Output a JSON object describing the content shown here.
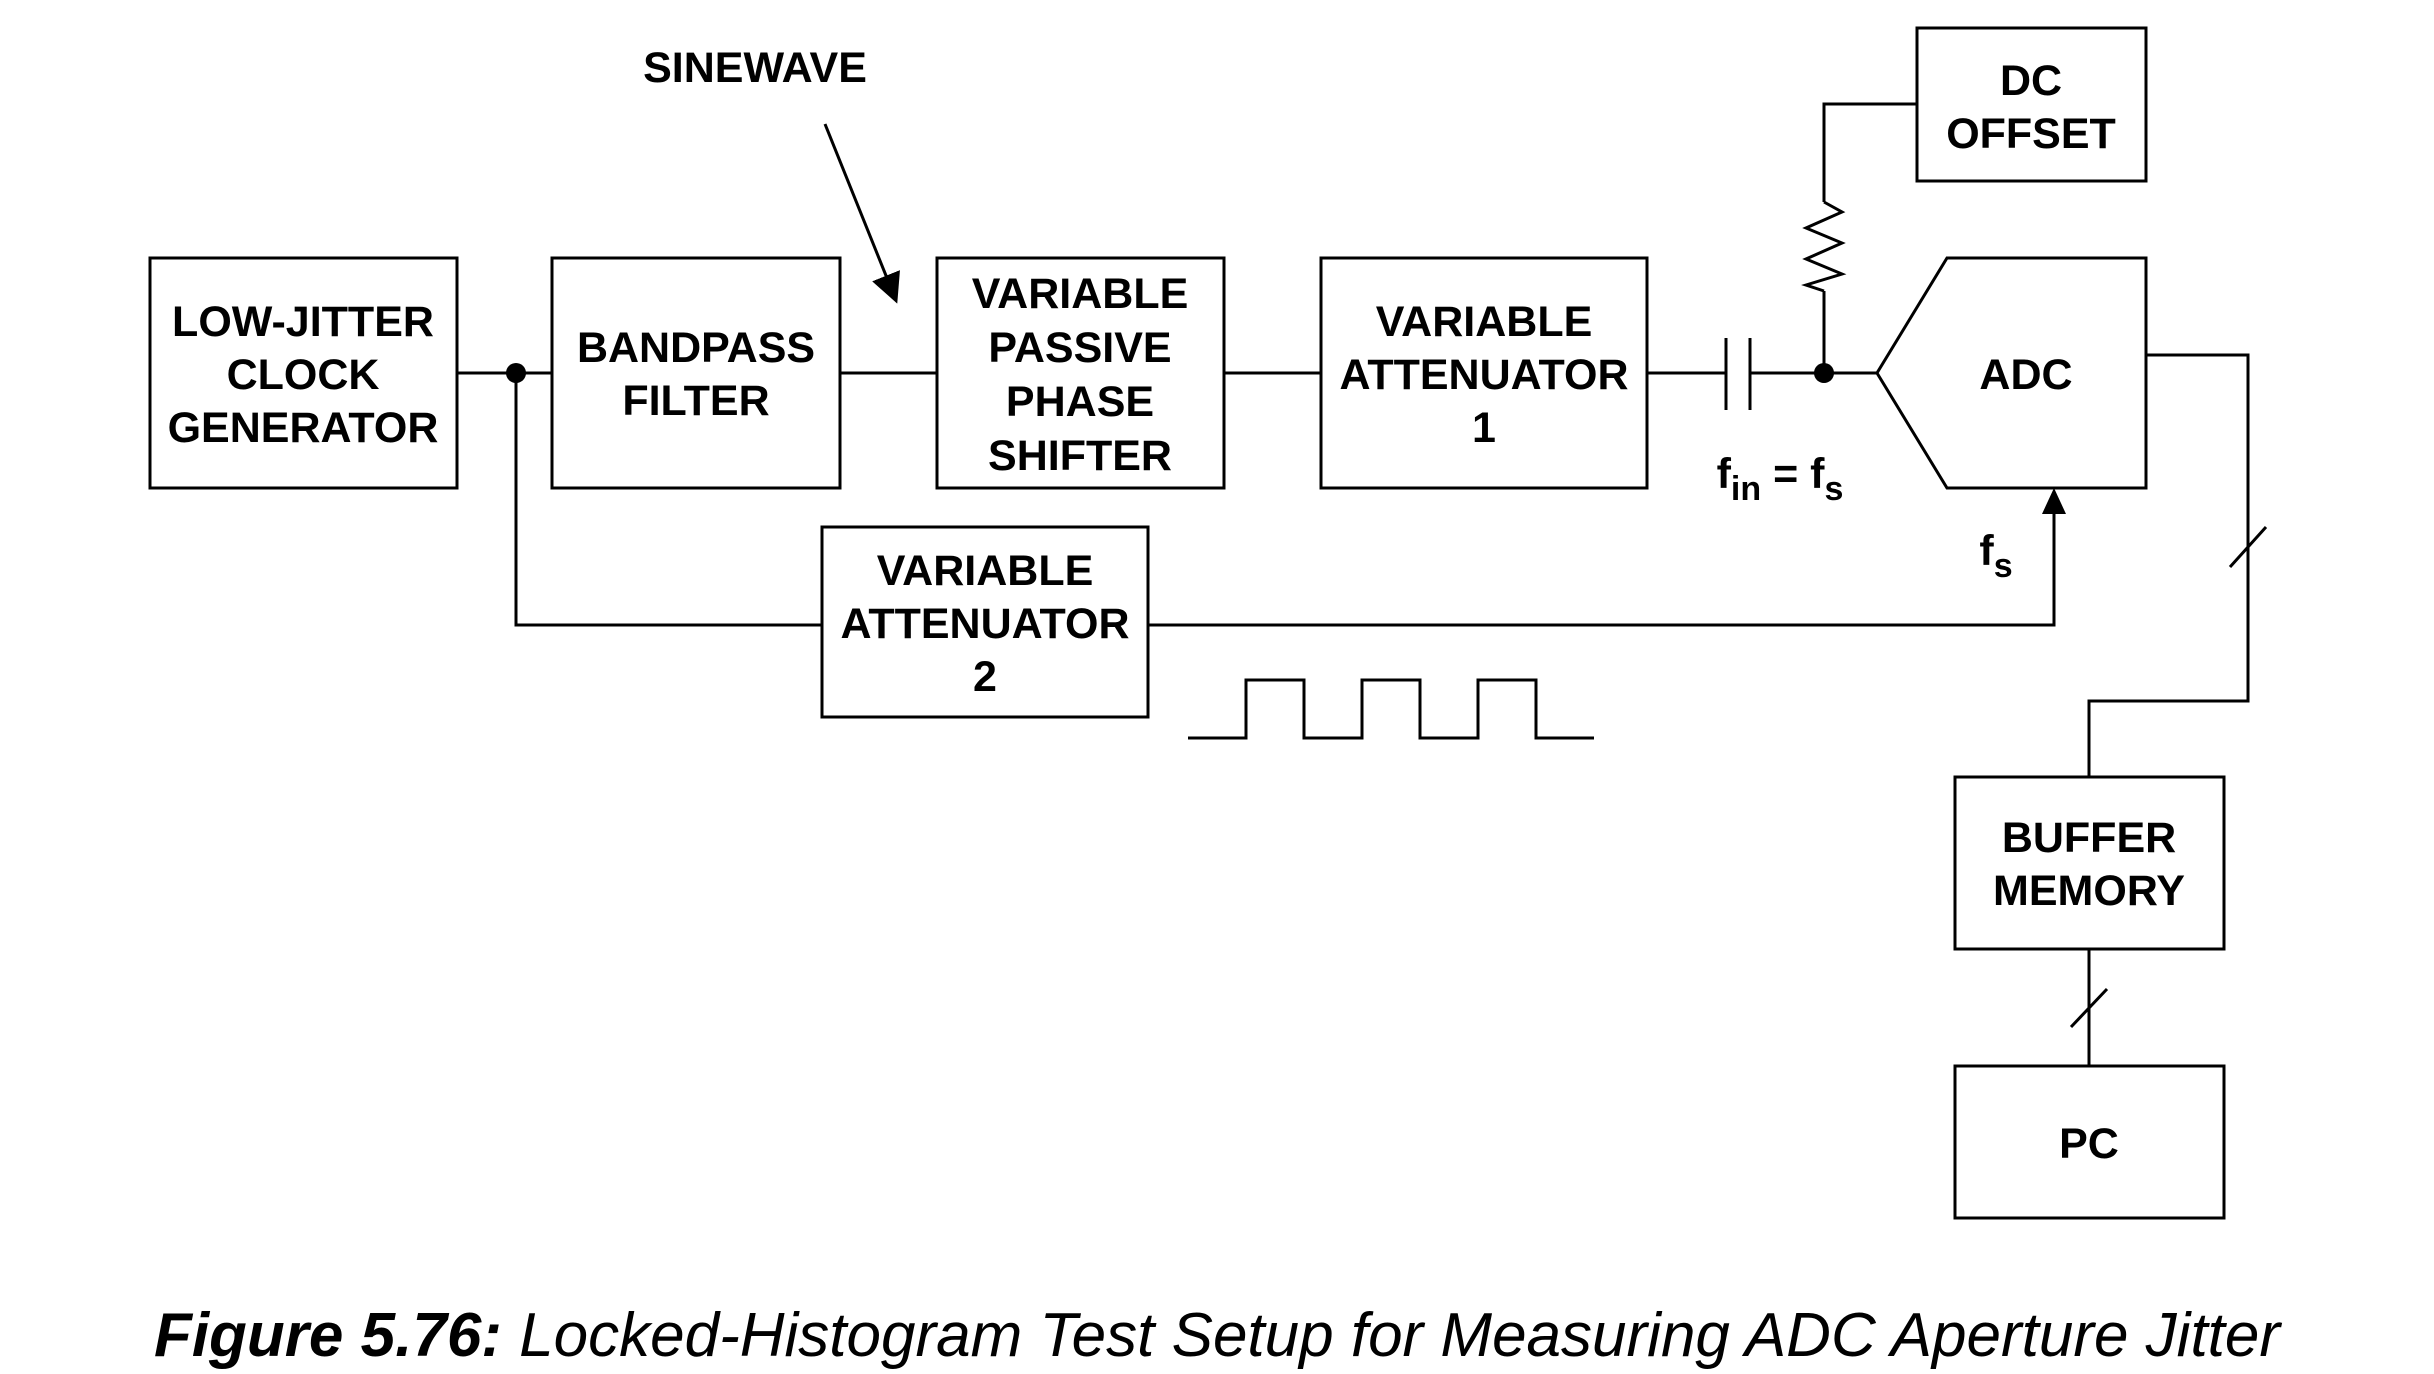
{
  "diagram": {
    "sinewave_label": "SINEWAVE",
    "blocks": {
      "clock": [
        "LOW-JITTER",
        "CLOCK",
        "GENERATOR"
      ],
      "bandpass": [
        "BANDPASS",
        "FILTER"
      ],
      "phase_shifter": [
        "VARIABLE",
        "PASSIVE",
        "PHASE",
        "SHIFTER"
      ],
      "attenuator1": [
        "VARIABLE",
        "ATTENUATOR",
        "1"
      ],
      "dc_offset": [
        "DC",
        "OFFSET"
      ],
      "adc": [
        "ADC"
      ],
      "attenuator2": [
        "VARIABLE",
        "ATTENUATOR",
        "2"
      ],
      "buffer": [
        "BUFFER",
        "MEMORY"
      ],
      "pc": [
        "PC"
      ]
    },
    "fin_label": {
      "f1": "f",
      "sub1": "in",
      "eq": " = f",
      "sub2": "s"
    },
    "fs_label": {
      "f": "f",
      "sub": "s"
    }
  },
  "caption": {
    "number": "Figure 5.76:",
    "title": " Locked-Histogram Test Setup for Measuring ADC Aperture Jitter"
  }
}
